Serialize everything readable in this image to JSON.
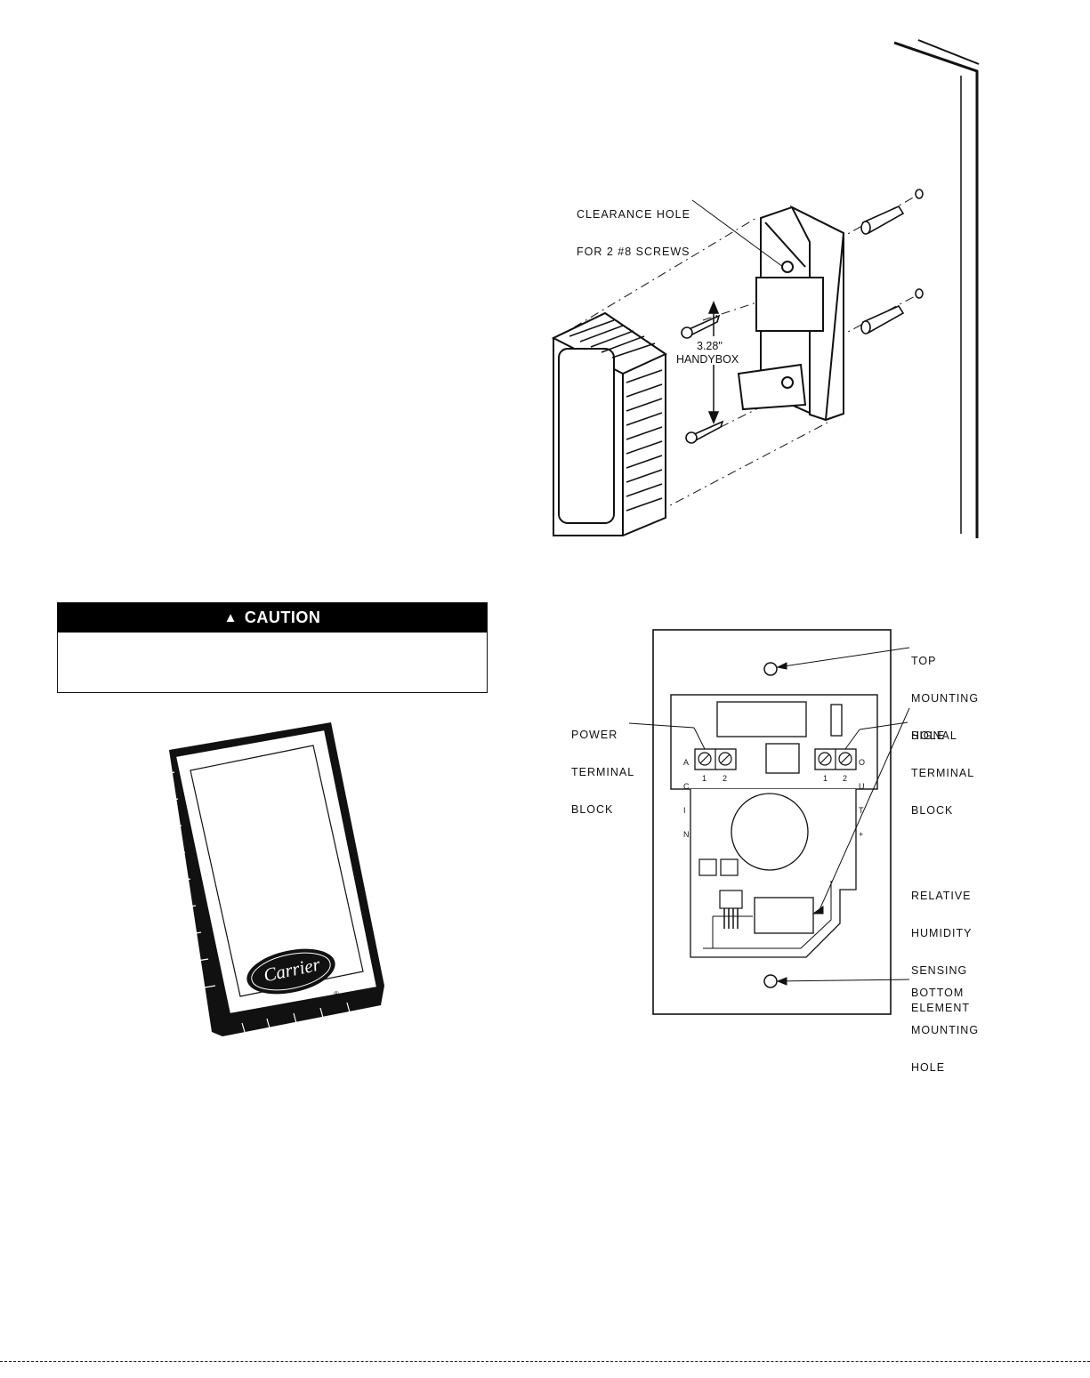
{
  "figure1": {
    "labels": {
      "clearance_hole_line1": "CLEARANCE HOLE",
      "clearance_hole_line2": "FOR 2 #8 SCREWS",
      "dimension_value": "3.28\"",
      "dimension_label": "HANDYBOX"
    }
  },
  "caution": {
    "icon": "warning-triangle-icon",
    "title": "CAUTION"
  },
  "figure2": {
    "brand": "Carrier",
    "registered_mark": "®"
  },
  "figure3": {
    "labels": {
      "top_mounting_hole": [
        "TOP",
        "MOUNTING",
        "HOLE"
      ],
      "power_terminal_block": [
        "POWER",
        "TERMINAL",
        "BLOCK"
      ],
      "signal_terminal_block": [
        "SIGNAL",
        "TERMINAL",
        "BLOCK"
      ],
      "rh_sensing_element": [
        "RELATIVE",
        "HUMIDITY",
        "SENSING",
        "ELEMENT"
      ],
      "bottom_mounting_hole": [
        "BOTTOM",
        "MOUNTING",
        "HOLE"
      ]
    },
    "power_terminal": {
      "side_label": [
        "A",
        "C",
        "I",
        "N"
      ],
      "terminal_numbers": [
        "1",
        "2"
      ]
    },
    "signal_terminal": {
      "side_label": [
        "O",
        "U",
        "T",
        "+"
      ],
      "terminal_numbers": [
        "1",
        "2"
      ]
    }
  },
  "colors": {
    "ink": "#111111",
    "caution_bar": "#000000",
    "paper": "#ffffff"
  }
}
